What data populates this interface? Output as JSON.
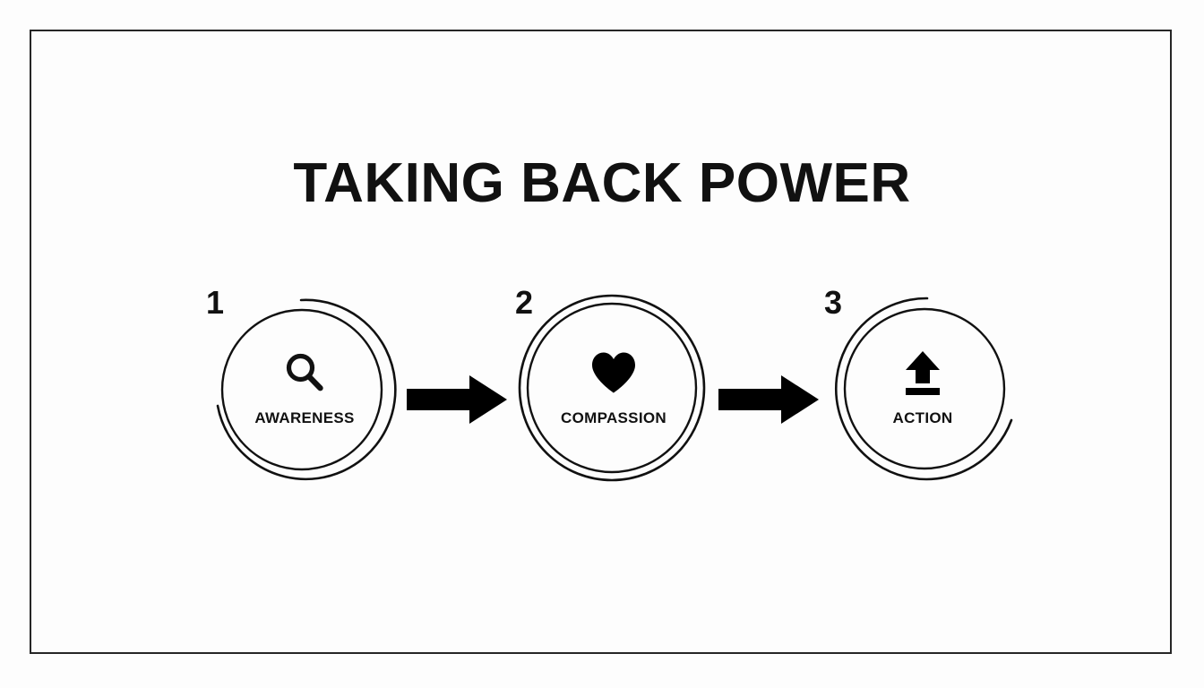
{
  "slide": {
    "title": "TAKING BACK POWER",
    "background_color": "#fdfdfd",
    "frame_color": "#262626",
    "ink_color": "#111111"
  },
  "diagram": {
    "type": "process-flow",
    "orientation": "horizontal",
    "step_count": 3,
    "steps": [
      {
        "number": "1",
        "label": "AWARENESS",
        "icon": "magnifying-glass-icon",
        "outer_ring": "broken-arc"
      },
      {
        "number": "2",
        "label": "COMPASSION",
        "icon": "heart-icon",
        "outer_ring": "full-circle"
      },
      {
        "number": "3",
        "label": "ACTION",
        "icon": "upload-arrow-icon",
        "outer_ring": "broken-arc"
      }
    ],
    "connectors": [
      {
        "name": "arrow-1",
        "direction": "right"
      },
      {
        "name": "arrow-2",
        "direction": "right"
      }
    ]
  }
}
